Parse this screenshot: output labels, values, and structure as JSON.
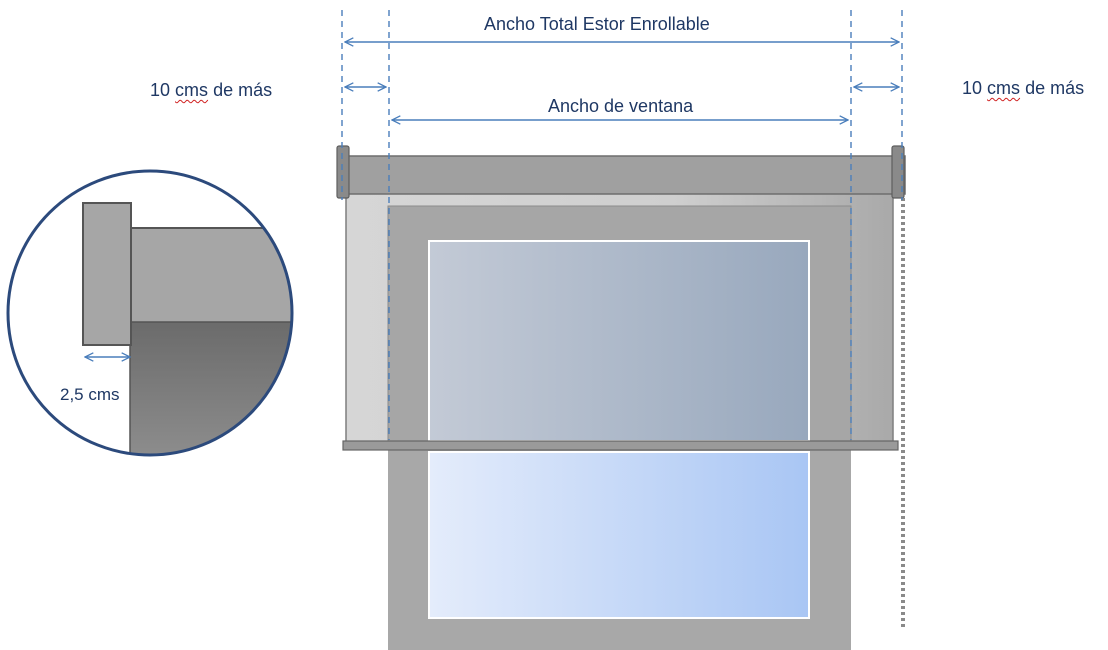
{
  "labels": {
    "total_width": "Ancho Total Estor Enrollable",
    "window_width": "Ancho de ventana",
    "extra_left_num": "10",
    "extra_left_unit": "cms",
    "extra_left_rest": "de más",
    "extra_right_num": "10",
    "extra_right_unit": "cms",
    "extra_right_rest": "de más",
    "detail_measure": "2,5 cms"
  },
  "colors": {
    "dimension_line": "#4a7ebb",
    "label_text": "#1f3864",
    "detail_circle": "#2c4a7c",
    "frame_grey": "#a6a6a6",
    "tube_grey": "#a0a0a0"
  }
}
